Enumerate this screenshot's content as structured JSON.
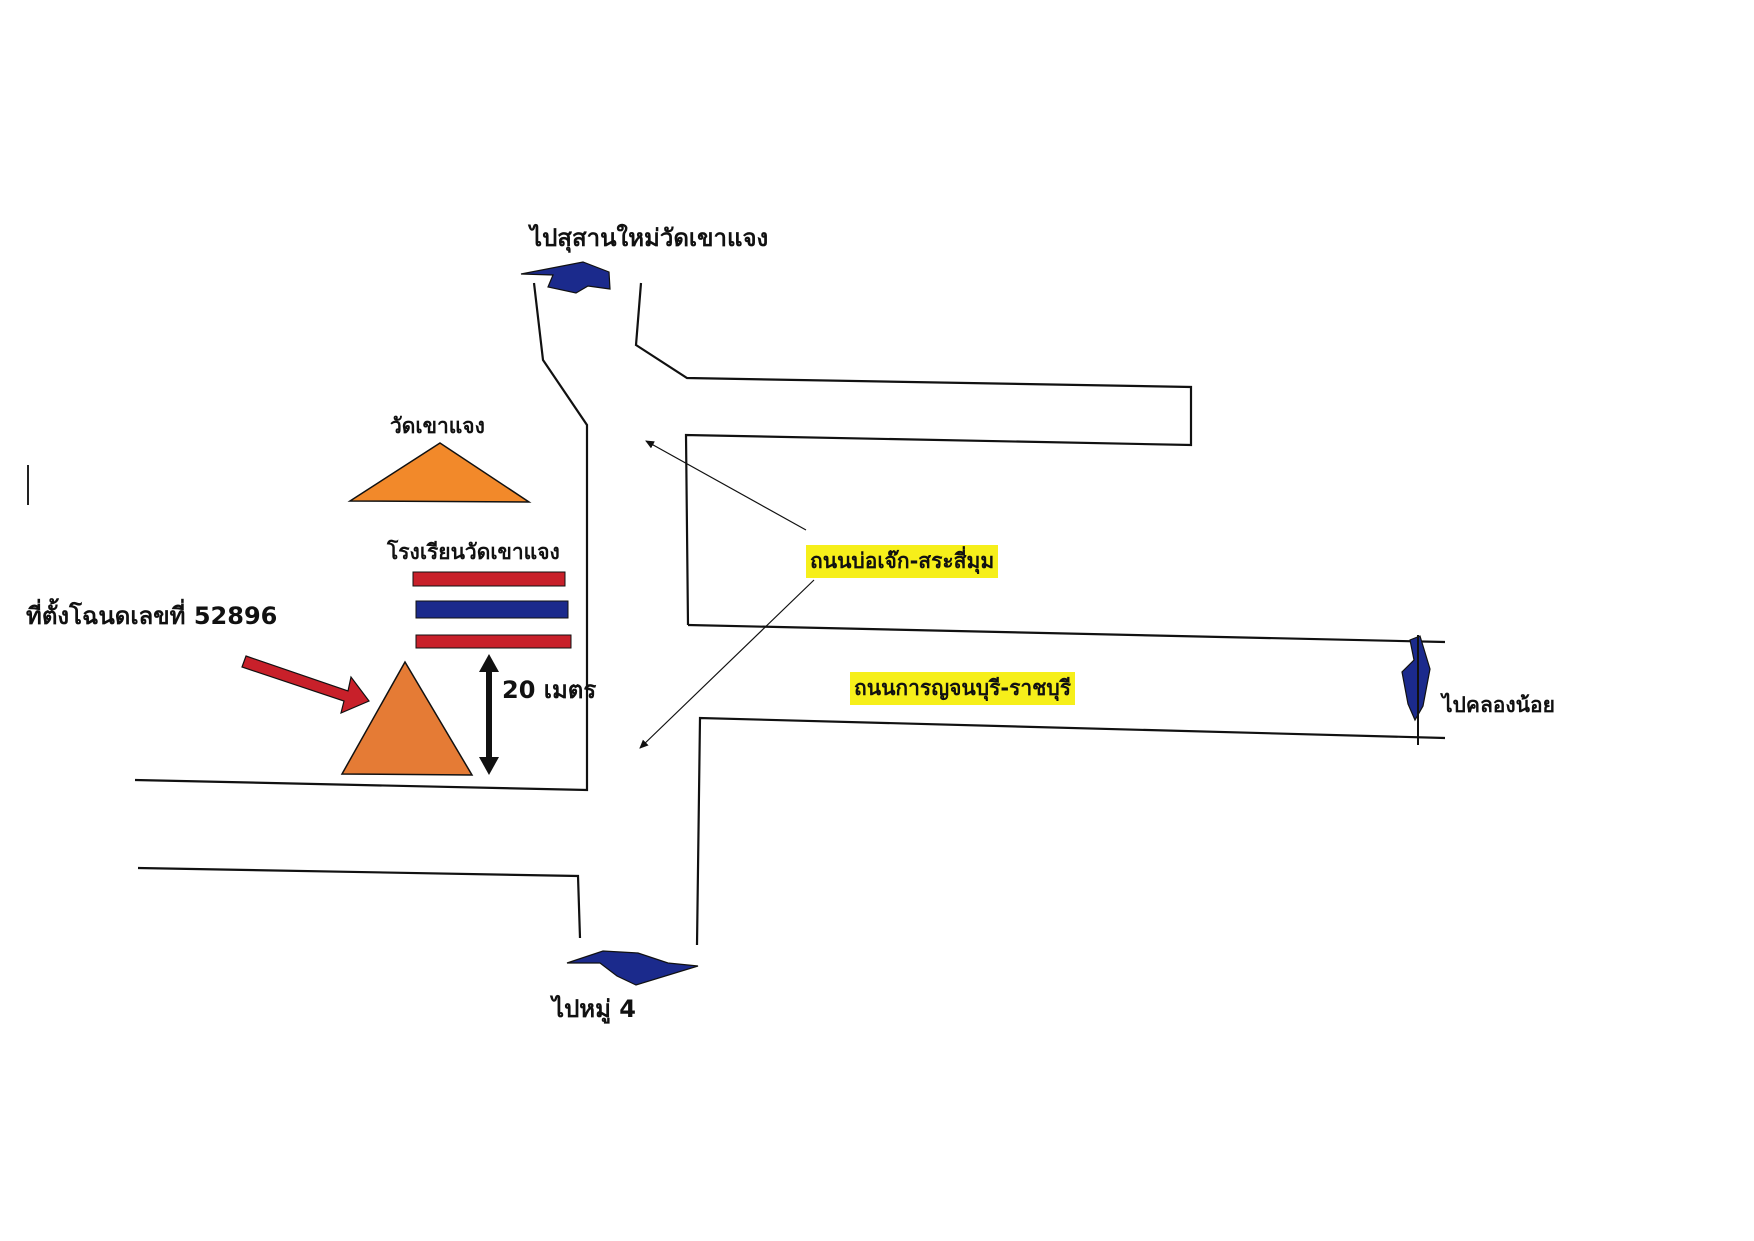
{
  "labels": {
    "to_new_cemetery": "ไปสุสานใหม่วัดเขาแจง",
    "temple": "วัดเขาแจง",
    "school": "โรงเรียนวัดเขาแจง",
    "deed_location": "ที่ตั้งโฉนดเลขที่ 52896",
    "distance": "20 เมตร",
    "road_bo_jek": "ถนนบ่อเจ๊ก-สระสี่มุม",
    "road_kanchanaburi": "ถนนการญจนบุรี-ราชบุรี",
    "to_khlong_noi": "ไปคลองน้อย",
    "to_moo4": "ไปหมู่ 4"
  },
  "colors": {
    "road_line": "#111111",
    "direction_arrow": "#1b2a8c",
    "pointer_arrow": "#c8202a",
    "temple_fill": "#f2892a",
    "deed_fill": "#e57b35",
    "flag_red": "#c8202a",
    "flag_blue": "#1b2a8c",
    "road_label_highlight": "#f6ef1a"
  },
  "icons": {
    "temple": "orange-triangle-icon",
    "deed_plot": "orange-triangle-icon",
    "school": "thai-flag-stripes-icon",
    "direction": "blue-chevron-arrow-icon"
  }
}
